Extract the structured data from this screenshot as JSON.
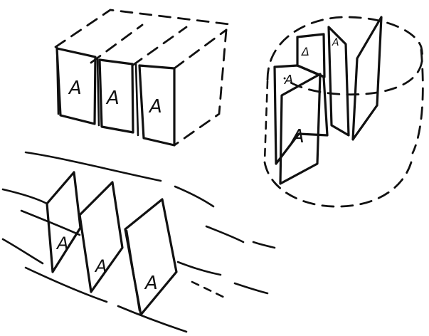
{
  "sketch": {
    "panel_glyph": "A",
    "small_panel_glyph": "Δ",
    "ink_color": "#111111",
    "background_color": "#ffffff"
  },
  "groups": [
    {
      "id": "boxed-panels",
      "panel_count": 3
    },
    {
      "id": "cylinder-panels",
      "panel_count": 5
    },
    {
      "id": "free-panels",
      "panel_count": 3
    }
  ]
}
